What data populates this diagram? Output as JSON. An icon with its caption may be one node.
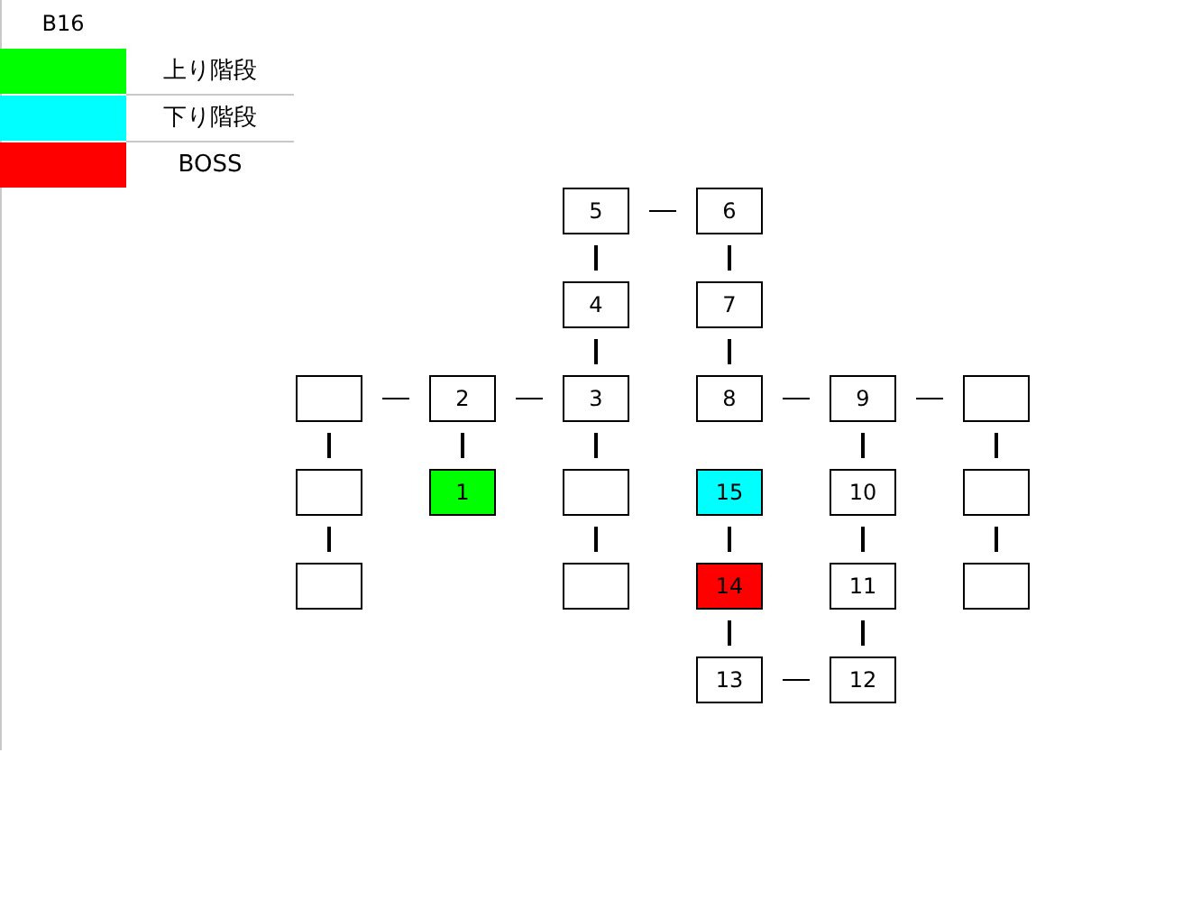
{
  "diagram": {
    "title": "B16",
    "nodes": [
      {
        "text": [
          "5"
        ]
      },
      {
        "text": [
          "6"
        ]
      },
      {
        "text": [
          "4"
        ]
      },
      {
        "text": [
          "7"
        ]
      },
      {
        "text": [],
        "shape": "box"
      },
      {
        "text": [
          "2"
        ]
      },
      {
        "text": [
          "3"
        ]
      },
      {
        "text": [
          "8"
        ]
      },
      {
        "text": [
          "9"
        ]
      },
      {
        "text": [],
        "shape": "box"
      },
      {
        "text": [],
        "shape": "box"
      },
      {
        "text": [
          "1"
        ]
      },
      {
        "text": [],
        "shape": "box"
      },
      {
        "text": [
          "15"
        ]
      },
      {
        "text": [
          "10"
        ]
      },
      {
        "text": [],
        "shape": "box"
      },
      {
        "text": [],
        "shape": "box"
      },
      {
        "text": [],
        "shape": "box"
      },
      {
        "text": [
          "14"
        ]
      },
      {
        "text": [
          "11"
        ]
      },
      {
        "text": [],
        "shape": "box"
      },
      {
        "text": [
          "13"
        ]
      },
      {
        "text": [
          "12"
        ]
      }
    ],
    "edges": [
      {
        "from": 0,
        "to": 1,
        "arrow": "none"
      },
      {
        "from": 0,
        "to": 2,
        "arrow": "none"
      },
      {
        "from": 1,
        "to": 3,
        "arrow": "none"
      },
      {
        "from": 2,
        "to": 6,
        "arrow": "none"
      },
      {
        "from": 3,
        "to": 7,
        "arrow": "none"
      },
      {
        "from": 4,
        "to": 5,
        "arrow": "none"
      },
      {
        "from": 5,
        "to": 6,
        "arrow": "none"
      },
      {
        "from": 7,
        "to": 8,
        "arrow": "none"
      },
      {
        "from": 8,
        "to": 9,
        "arrow": "none"
      },
      {
        "from": 4,
        "to": 10,
        "arrow": "none"
      },
      {
        "from": 5,
        "to": 11,
        "arrow": "none"
      },
      {
        "from": 6,
        "to": 12,
        "arrow": "none"
      },
      {
        "from": 8,
        "to": 14,
        "arrow": "none"
      },
      {
        "from": 9,
        "to": 15,
        "arrow": "none"
      },
      {
        "from": 10,
        "to": 16,
        "arrow": "none"
      },
      {
        "from": 12,
        "to": 17,
        "arrow": "none"
      },
      {
        "from": 13,
        "to": 18,
        "arrow": "none"
      },
      {
        "from": 14,
        "to": 19,
        "arrow": "none"
      },
      {
        "from": 15,
        "to": 20,
        "arrow": "none"
      },
      {
        "from": 18,
        "to": 21,
        "arrow": "none"
      },
      {
        "from": 19,
        "to": 22,
        "arrow": "none"
      },
      {
        "from": 21,
        "to": 22,
        "arrow": "none"
      }
    ],
    "legend": [
      {
        "text": "上り階段",
        "color": "#00ff00"
      },
      {
        "text": "下り階段",
        "color": "#00ffff"
      },
      {
        "text": "BOSS",
        "color": "#ff0000"
      }
    ]
  }
}
